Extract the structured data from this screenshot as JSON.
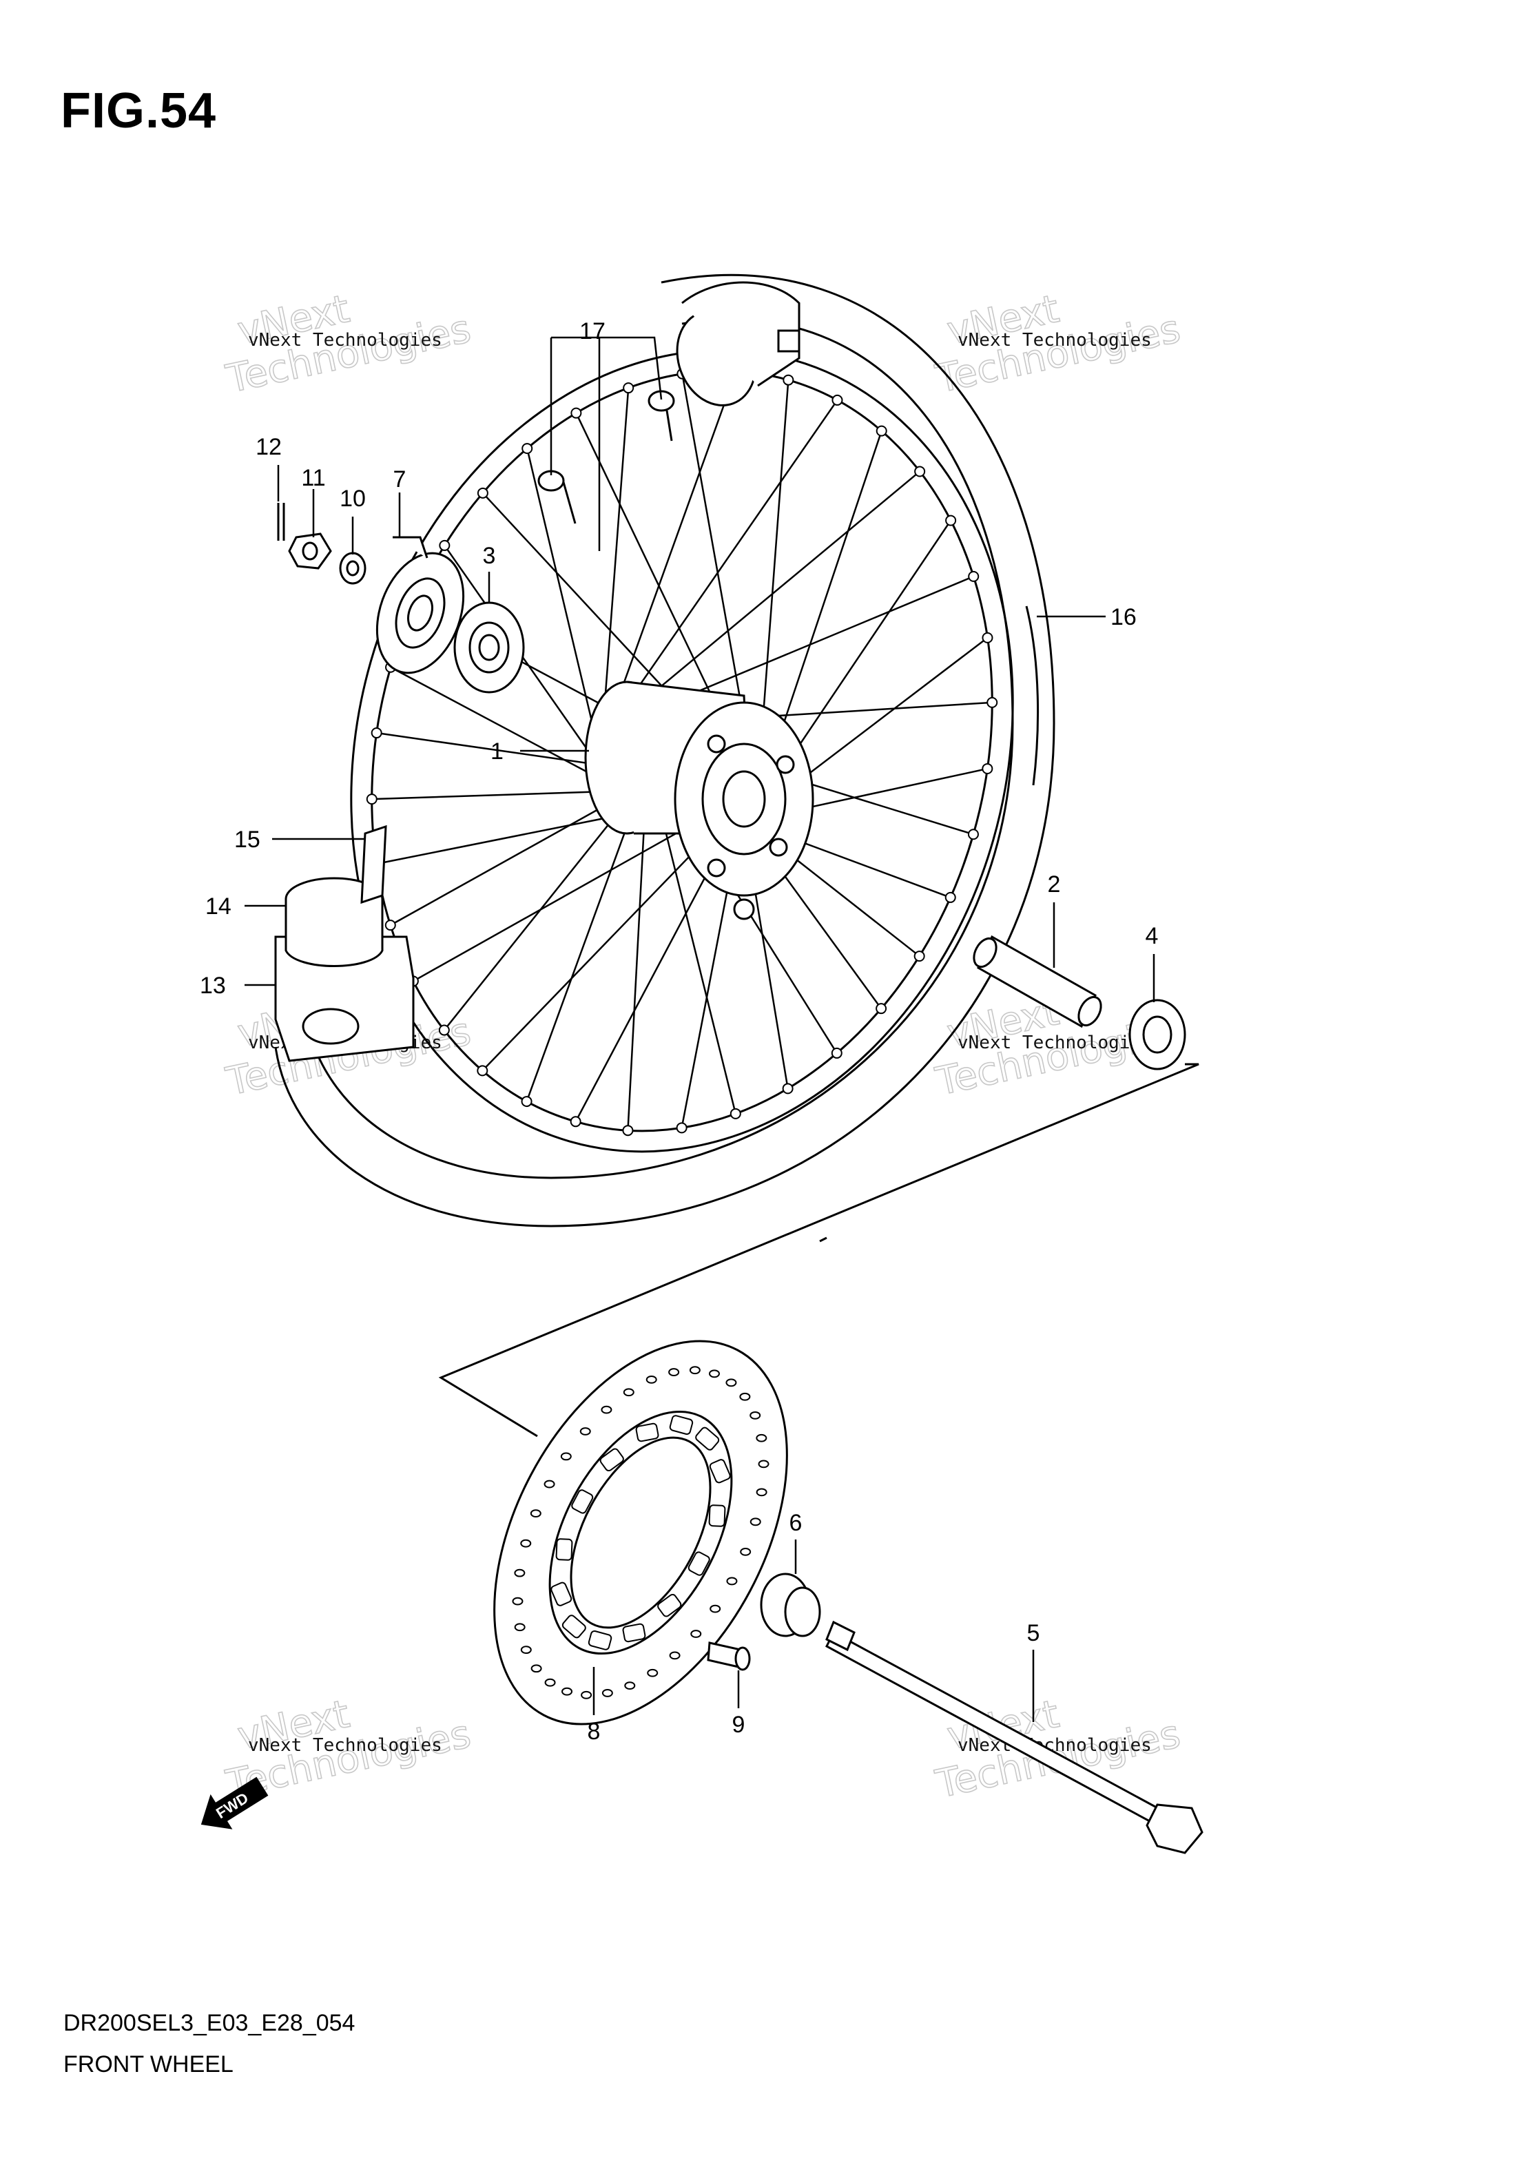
{
  "figure": {
    "title": "FIG.54",
    "code": "DR200SEL3_E03_E28_054",
    "name": "FRONT WHEEL"
  },
  "callouts": [
    "1",
    "2",
    "3",
    "4",
    "5",
    "6",
    "7",
    "8",
    "9",
    "10",
    "11",
    "12",
    "13",
    "14",
    "15",
    "16",
    "17"
  ],
  "watermark": {
    "company": "vNext Technologies",
    "big_line1": "vNext",
    "big_line2": "Technologies"
  },
  "direction_arrow": {
    "label": "FWD",
    "icon": "forward-arrow-icon"
  }
}
